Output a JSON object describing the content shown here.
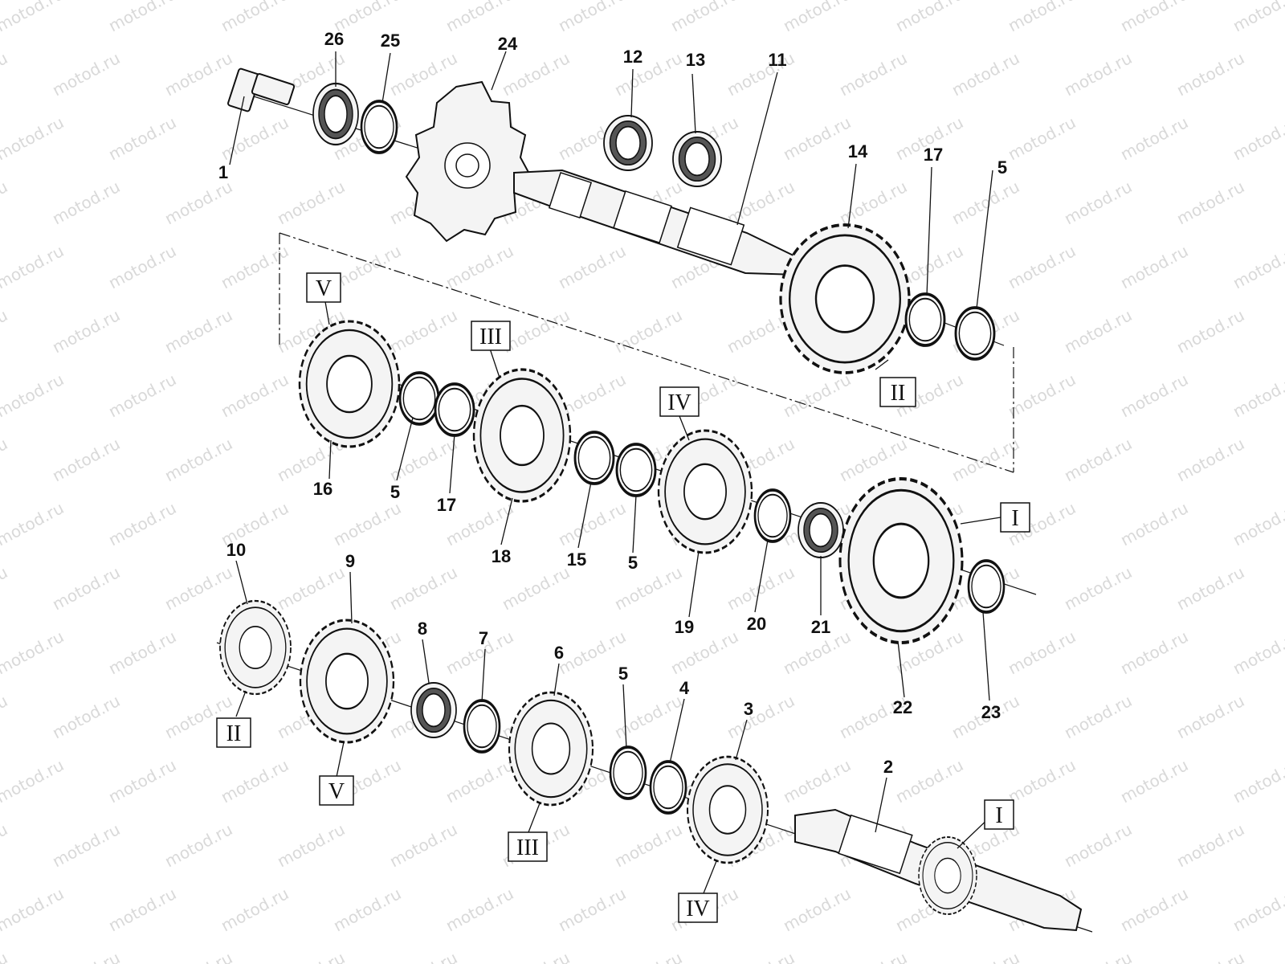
{
  "watermark": "motod.ru",
  "part_labels": [
    {
      "id": "p1",
      "text": "1"
    },
    {
      "id": "p26",
      "text": "26"
    },
    {
      "id": "p25",
      "text": "25"
    },
    {
      "id": "p24",
      "text": "24"
    },
    {
      "id": "p12",
      "text": "12"
    },
    {
      "id": "p13",
      "text": "13"
    },
    {
      "id": "p11",
      "text": "11"
    },
    {
      "id": "p14",
      "text": "14"
    },
    {
      "id": "p17a",
      "text": "17"
    },
    {
      "id": "p5a",
      "text": "5"
    },
    {
      "id": "p16",
      "text": "16"
    },
    {
      "id": "p5b",
      "text": "5"
    },
    {
      "id": "p17b",
      "text": "17"
    },
    {
      "id": "p18",
      "text": "18"
    },
    {
      "id": "p15",
      "text": "15"
    },
    {
      "id": "p5c",
      "text": "5"
    },
    {
      "id": "p19",
      "text": "19"
    },
    {
      "id": "p20",
      "text": "20"
    },
    {
      "id": "p21",
      "text": "21"
    },
    {
      "id": "p22",
      "text": "22"
    },
    {
      "id": "p23",
      "text": "23"
    },
    {
      "id": "p10",
      "text": "10"
    },
    {
      "id": "p9",
      "text": "9"
    },
    {
      "id": "p8",
      "text": "8"
    },
    {
      "id": "p7",
      "text": "7"
    },
    {
      "id": "p6",
      "text": "6"
    },
    {
      "id": "p5d",
      "text": "5"
    },
    {
      "id": "p4",
      "text": "4"
    },
    {
      "id": "p3",
      "text": "3"
    },
    {
      "id": "p2",
      "text": "2"
    }
  ],
  "gear_labels": [
    {
      "id": "g_v_top",
      "text": "V"
    },
    {
      "id": "g_iii_mid",
      "text": "III"
    },
    {
      "id": "g_iv_mid",
      "text": "IV"
    },
    {
      "id": "g_ii_top",
      "text": "II"
    },
    {
      "id": "g_i_mid",
      "text": "I"
    },
    {
      "id": "g_ii_bot",
      "text": "II"
    },
    {
      "id": "g_v_bot",
      "text": "V"
    },
    {
      "id": "g_iii_bot",
      "text": "III"
    },
    {
      "id": "g_iv_bot",
      "text": "IV"
    },
    {
      "id": "g_i_bot",
      "text": "I"
    }
  ]
}
